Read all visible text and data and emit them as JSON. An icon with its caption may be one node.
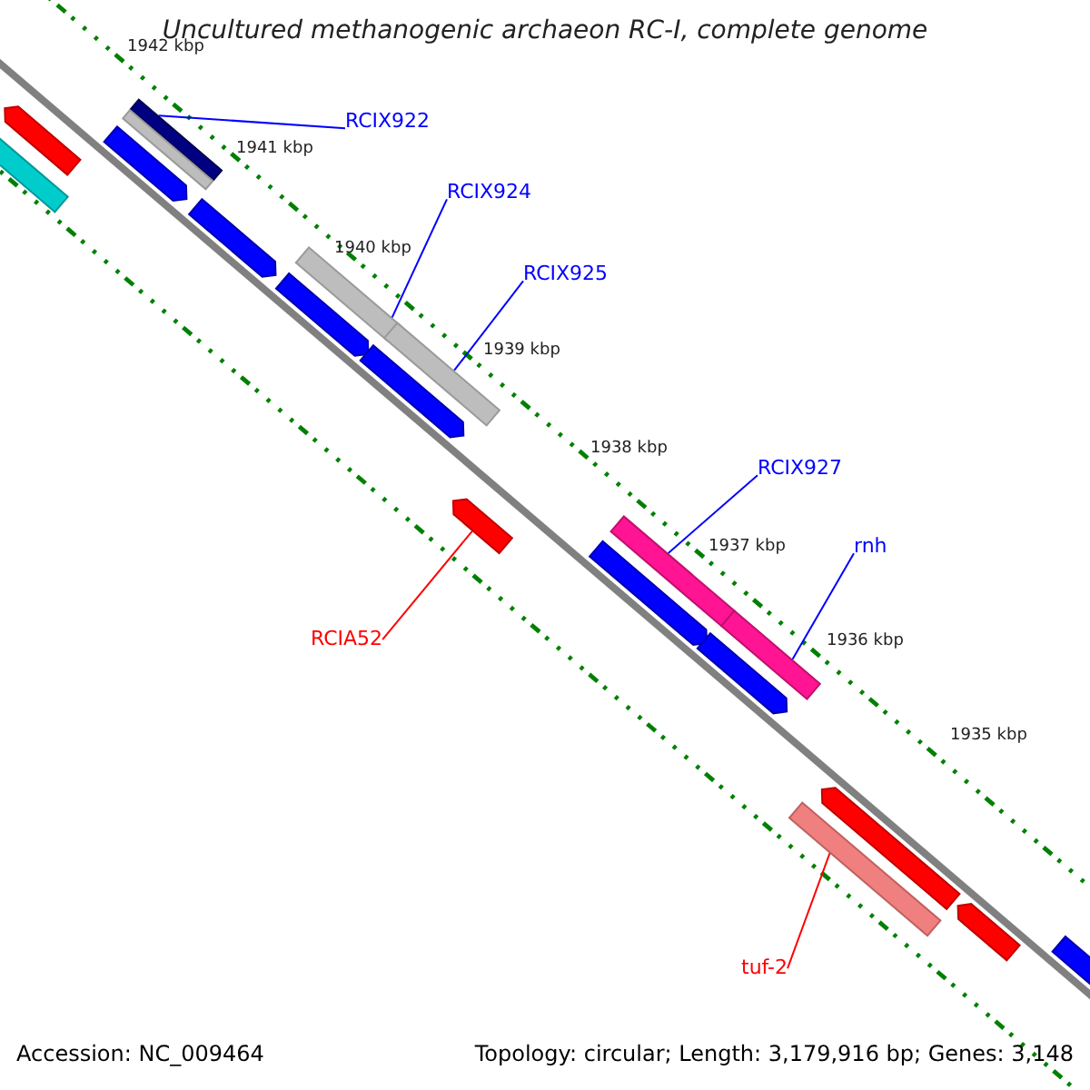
{
  "diagram": {
    "title": "Uncultured methanogenic archaeon RC-I, complete genome",
    "nodes": [
      {
        "text": [
          "RCIX922"
        ]
      },
      {
        "text": [],
        "shape": "bar"
      },
      {
        "text": [
          "RCIX924"
        ]
      },
      {
        "text": [],
        "shape": "bar"
      },
      {
        "text": [
          "RCIX925"
        ]
      },
      {
        "text": [],
        "shape": "bar"
      },
      {
        "text": [
          "RCIX927"
        ]
      },
      {
        "text": [],
        "shape": "bar"
      },
      {
        "text": [
          "rnh"
        ]
      },
      {
        "text": [],
        "shape": "bar"
      },
      {
        "text": [
          "RCIA52"
        ]
      },
      {
        "text": [],
        "shape": "bar"
      },
      {
        "text": [
          "tuf-2"
        ]
      },
      {
        "text": [],
        "shape": "bar"
      },
      {
        "text": [],
        "shape": "bar"
      },
      {
        "text": [],
        "shape": "bar"
      },
      {
        "text": [],
        "shape": "bar"
      },
      {
        "text": [],
        "shape": "bar"
      },
      {
        "text": [],
        "shape": "bar"
      },
      {
        "text": [],
        "shape": "bar"
      },
      {
        "text": [],
        "shape": "bar"
      },
      {
        "text": [],
        "shape": "bar"
      },
      {
        "text": [],
        "shape": "bar"
      },
      {
        "text": [],
        "shape": "bar"
      },
      {
        "text": [],
        "shape": "bar"
      },
      {
        "text": [],
        "shape": "bar"
      }
    ],
    "edges": [
      {
        "from": 0,
        "to": 1,
        "arrow": "none"
      },
      {
        "from": 2,
        "to": 3,
        "arrow": "none"
      },
      {
        "from": 4,
        "to": 5,
        "arrow": "none"
      },
      {
        "from": 6,
        "to": 7,
        "arrow": "none"
      },
      {
        "from": 8,
        "to": 9,
        "arrow": "none"
      },
      {
        "from": 10,
        "to": 11,
        "arrow": "none",
        "color": "#ff0000"
      },
      {
        "from": 12,
        "to": 13,
        "arrow": "none",
        "color": "#ff0000"
      }
    ],
    "labels": [
      "1942 kbp",
      "1941 kbp",
      "1940 kbp",
      "1939 kbp",
      "1938 kbp",
      "1937 kbp",
      "1936 kbp",
      "1935 kbp",
      "Accession: NC_009464",
      "Topology: circular; Length: 3,179,916 bp; Genes: 3,148"
    ]
  }
}
